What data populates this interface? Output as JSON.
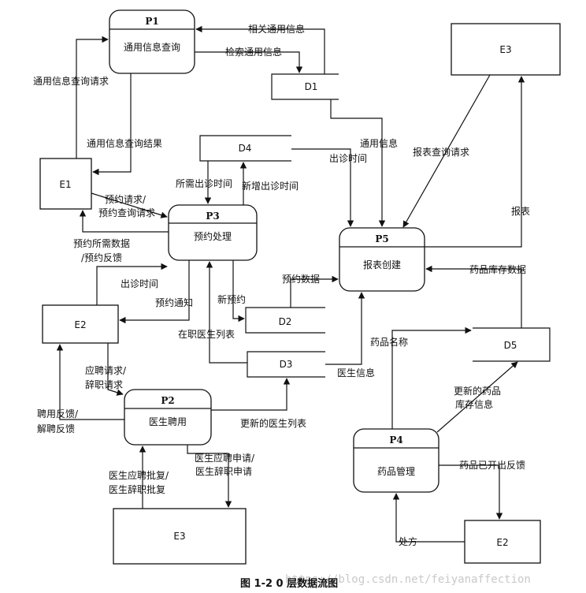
{
  "processes": {
    "p1": {
      "id": "P1",
      "name": "通用信息查询"
    },
    "p2": {
      "id": "P2",
      "name": "医生聘用"
    },
    "p3": {
      "id": "P3",
      "name": "预约处理"
    },
    "p4": {
      "id": "P4",
      "name": "药品管理"
    },
    "p5": {
      "id": "P5",
      "name": "报表创建"
    }
  },
  "entities": {
    "e1": "E1",
    "e2_left": "E2",
    "e2_right": "E2",
    "e3_top": "E3",
    "e3_bottom": "E3"
  },
  "stores": {
    "d1": "D1",
    "d2": "D2",
    "d3": "D3",
    "d4": "D4",
    "d5": "D5"
  },
  "flows": {
    "related_info": "相关通用信息",
    "search_info": "检索通用信息",
    "query_request": "通用信息查询请求",
    "query_result": "通用信息查询结果",
    "general_info": "通用信息",
    "report_query": "报表查询请求",
    "visit_time_d4": "出诊时间",
    "needed_time": "所需出诊时间",
    "new_time": "新增出诊时间",
    "appt_request_1": "预约请求/",
    "appt_request_2": "预约查询请求",
    "appt_data_req_1": "预约所需数据",
    "appt_data_req_2": "/预约反馈",
    "report": "报表",
    "drug_stock": "药品库存数据",
    "visit_time_e2": "出诊时间",
    "appt_notice": "预约通知",
    "new_appt": "新预约",
    "appt_data": "预约数据",
    "doctor_list": "在职医生列表",
    "drug_name": "药品名称",
    "doctor_info": "医生信息",
    "apply_1": "应聘请求/",
    "apply_2": "辞职请求",
    "feedback_1": "聘用反馈/",
    "feedback_2": "解聘反馈",
    "updated_list": "更新的医生列表",
    "updated_stock_1": "更新的药品",
    "updated_stock_2": "库存信息",
    "doc_apply_1": "医生应聘申请/",
    "doc_apply_2": "医生辞职申请",
    "reply_1": "医生应聘批复/",
    "reply_2": "医生辞职批复",
    "drug_issued": "药品已开出反馈",
    "prescription": "处方"
  },
  "caption": "图 1-2 0 层数据流图",
  "watermark": "https://blog.csdn.net/feiyanaffection"
}
